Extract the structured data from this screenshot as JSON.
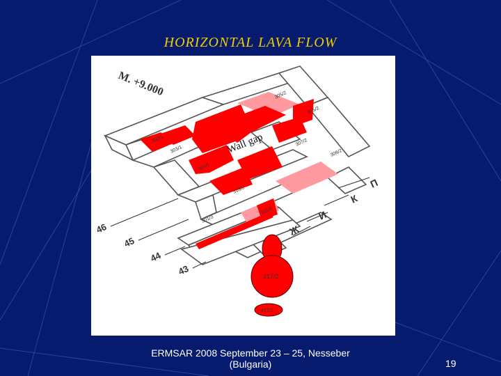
{
  "slide": {
    "title": "HORIZONTAL  LAVA  FLOW",
    "footer_line1": "ERMSAR 2008  September 23 – 25, Nesseber",
    "footer_line2": "(Bulgaria)",
    "page_number": "19"
  },
  "figure": {
    "level_label": "M. +9.000",
    "wall_gap_label": "Wall gap",
    "room_labels": [
      "305/2",
      "305/2",
      "307/2",
      "308/2",
      "302/1",
      "303/1",
      "304/1",
      "318/2",
      "301/3",
      "311/4",
      "217/2",
      "417/2"
    ],
    "axis_labels_left": [
      "46",
      "45",
      "44",
      "43"
    ],
    "axis_labels_right": [
      "П",
      "К",
      "И",
      "Ж"
    ]
  },
  "colors": {
    "background": "#061a6e",
    "title": "#f0d000",
    "lava": "#ff0000",
    "lava_light": "#ff9aa0"
  }
}
